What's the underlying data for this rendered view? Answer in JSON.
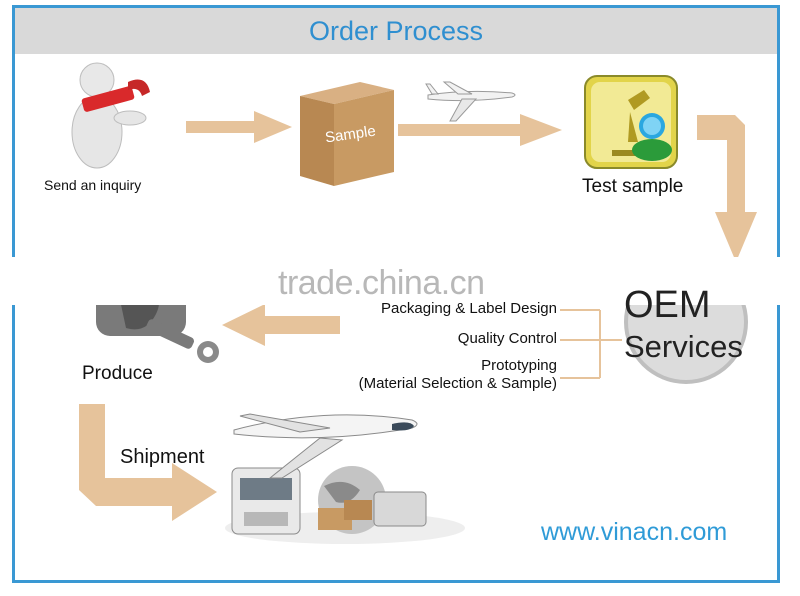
{
  "title": "Order Process",
  "steps": {
    "send_inquiry": "Send an inquiry",
    "sample_box": "Sample",
    "test_sample": "Test sample",
    "produce": "Produce",
    "shipment": "Shipment"
  },
  "oem": {
    "line1": "OEM",
    "line2": "Services",
    "items": [
      "Packaging & Label Design",
      "Quality Control",
      "Prototyping",
      "(Material Selection & Sample)"
    ]
  },
  "watermark": "trade.china.cn",
  "website": "www.vinacn.com",
  "colors": {
    "frame": "#3a98d3",
    "header_bg": "#d9d9d9",
    "title": "#2f8fd0",
    "arrow": "#e6c39b",
    "website": "#2f9bd7",
    "box": "#c89a63"
  }
}
